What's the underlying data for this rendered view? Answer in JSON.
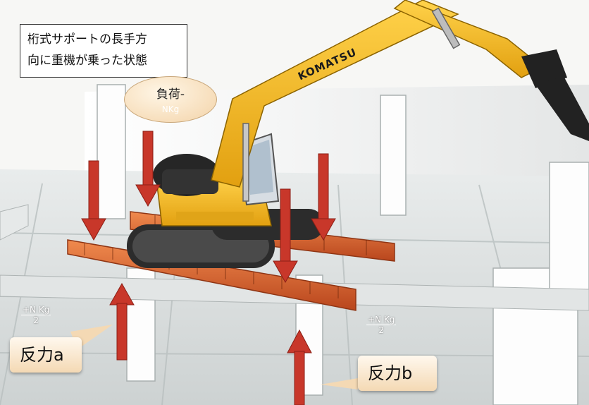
{
  "caption": {
    "line1": "桁式サポートの長手方",
    "line2": "向に重機が乗った状態"
  },
  "load_label": {
    "title": "負荷-",
    "value": "NKg"
  },
  "machine_brand": "KOMATSU",
  "fractions": [
    {
      "numerator": "+N Kg",
      "denominator": "2"
    },
    {
      "numerator": "+N Kg",
      "denominator": "2"
    }
  ],
  "reactions": [
    {
      "label": "反力a"
    },
    {
      "label": "反力b"
    }
  ],
  "colors": {
    "excavator_yellow": "#f2b31b",
    "beam_orange": "#d9622b",
    "arrow_red": "#c8372a",
    "caption_bg": "#ffffff"
  }
}
